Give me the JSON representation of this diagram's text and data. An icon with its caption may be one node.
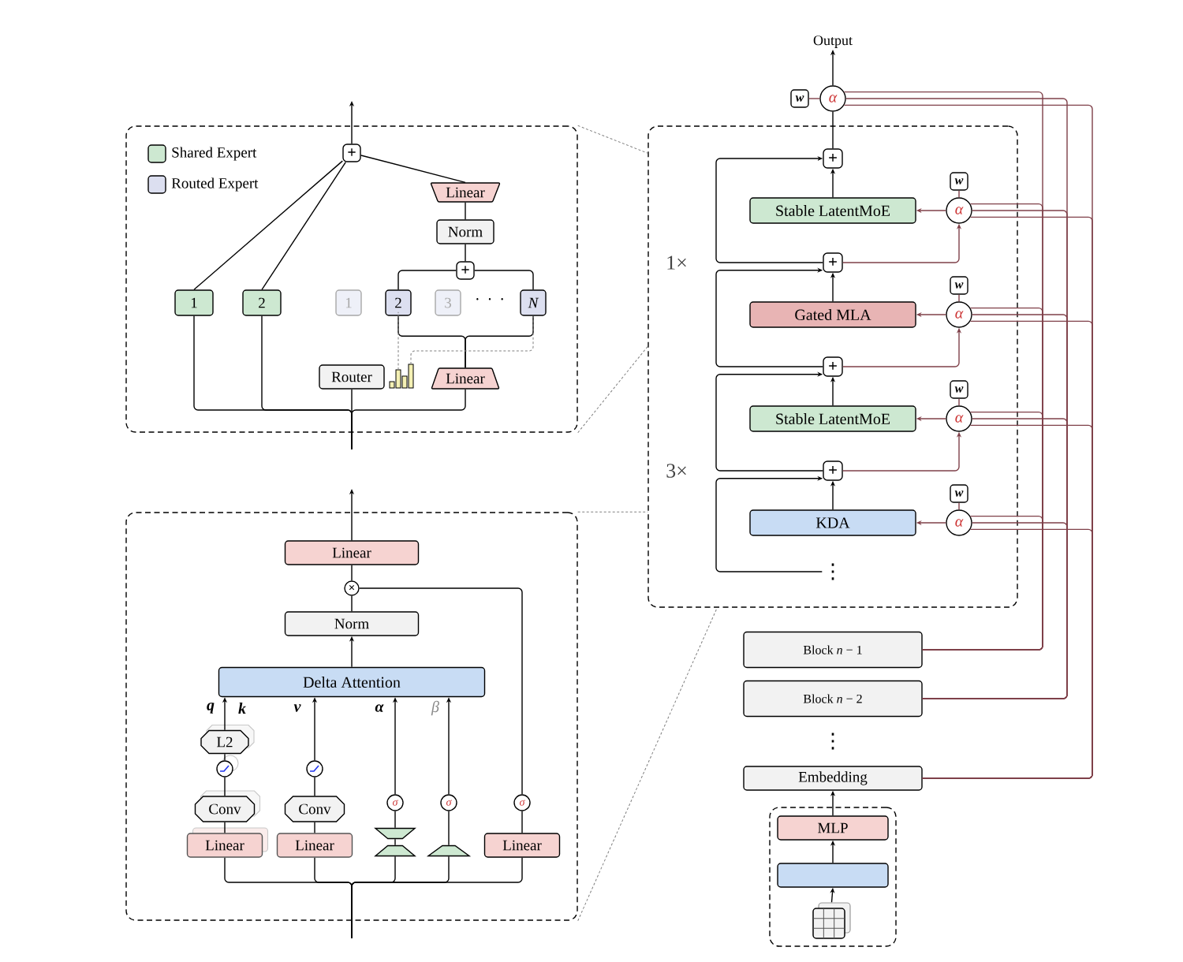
{
  "diagram": {
    "nodes": [
      {
        "text": [],
        "shape": "box"
      },
      {
        "text": [
          "+"
        ],
        "in": 0
      },
      {
        "text": [
          "1"
        ],
        "in": 0
      },
      {
        "text": [
          "2"
        ],
        "in": 0
      },
      {
        "text": [
          "Linear"
        ],
        "in": 0
      },
      {
        "text": [
          "Norm"
        ],
        "in": 0
      },
      {
        "text": [
          "+"
        ],
        "in": 0
      },
      {
        "text": [
          "1"
        ],
        "in": 0
      },
      {
        "text": [
          "2"
        ],
        "in": 0
      },
      {
        "text": [
          "3"
        ],
        "in": 0
      },
      {
        "text": [
          "N"
        ],
        "in": 0
      },
      {
        "text": [
          "Router"
        ],
        "in": 0
      },
      {
        "text": [],
        "shape": "picture",
        "in": 0
      },
      {
        "text": [
          "Linear"
        ],
        "in": 0
      },
      {
        "text": [],
        "shape": "box"
      },
      {
        "text": [
          "Linear"
        ],
        "in": 14
      },
      {
        "text": [
          "×"
        ],
        "in": 14
      },
      {
        "text": [
          "Norm"
        ],
        "in": 14
      },
      {
        "text": [
          "Delta Attention"
        ],
        "in": 14
      },
      {
        "text": [
          "L2"
        ],
        "in": 14
      },
      {
        "text": [],
        "shape": "circle",
        "in": 14
      },
      {
        "text": [
          "Conv"
        ],
        "in": 14
      },
      {
        "text": [
          "Linear"
        ],
        "in": 14
      },
      {
        "text": [],
        "shape": "circle",
        "in": 14
      },
      {
        "text": [
          "Conv"
        ],
        "in": 14
      },
      {
        "text": [
          "Linear"
        ],
        "in": 14
      },
      {
        "text": [
          "σ"
        ],
        "in": 14
      },
      {
        "text": [],
        "shape": "trapezium",
        "in": 14
      },
      {
        "text": [],
        "shape": "trapezium",
        "in": 14
      },
      {
        "text": [
          "σ"
        ],
        "in": 14
      },
      {
        "text": [],
        "shape": "trapezium",
        "in": 14
      },
      {
        "text": [
          "σ"
        ],
        "in": 14
      },
      {
        "text": [
          "Linear"
        ],
        "in": 14
      },
      {
        "text": [
          "Output"
        ]
      },
      {
        "text": [
          "w"
        ]
      },
      {
        "text": [
          "α"
        ]
      },
      {
        "text": [],
        "shape": "box"
      },
      {
        "text": [
          "+"
        ],
        "in": 36
      },
      {
        "text": [
          "w"
        ],
        "in": 36
      },
      {
        "text": [
          "Stable LatentMoE"
        ],
        "in": 36
      },
      {
        "text": [
          "α"
        ],
        "in": 36
      },
      {
        "text": [
          "+"
        ],
        "in": 36
      },
      {
        "text": [
          "w"
        ],
        "in": 36
      },
      {
        "text": [
          "Gated MLA"
        ],
        "in": 36
      },
      {
        "text": [
          "α"
        ],
        "in": 36
      },
      {
        "text": [
          "+"
        ],
        "in": 36
      },
      {
        "text": [
          "w"
        ],
        "in": 36
      },
      {
        "text": [
          "Stable LatentMoE"
        ],
        "in": 36
      },
      {
        "text": [
          "α"
        ],
        "in": 36
      },
      {
        "text": [
          "+"
        ],
        "in": 36
      },
      {
        "text": [
          "w"
        ],
        "in": 36
      },
      {
        "text": [
          "KDA"
        ],
        "in": 36
      },
      {
        "text": [
          "α"
        ],
        "in": 36
      },
      {
        "text": [
          "Block *n* − 1"
        ]
      },
      {
        "text": [
          "Block *n* − 2"
        ]
      },
      {
        "text": [
          "Embedding"
        ]
      },
      {
        "text": [],
        "shape": "box"
      },
      {
        "text": [
          "MLP"
        ],
        "in": 56
      },
      {
        "text": [],
        "shape": "box",
        "in": 56
      },
      {
        "text": [],
        "shape": "picture",
        "in": 56
      },
      {
        "text": [
          "⋮"
        ],
        "in": 36
      }
    ],
    "edges": [
      {
        "from": null,
        "to": 11,
        "arrow": "none"
      },
      {
        "from": null,
        "to": 2,
        "arrow": "none"
      },
      {
        "from": null,
        "to": 3,
        "arrow": "none"
      },
      {
        "from": null,
        "to": 13,
        "arrow": "none"
      },
      {
        "from": 13,
        "to": 8,
        "arrow": "none"
      },
      {
        "from": 13,
        "to": 10,
        "arrow": "none"
      },
      {
        "from": 8,
        "to": 6,
        "arrow": "none"
      },
      {
        "from": 10,
        "to": 6,
        "arrow": "none"
      },
      {
        "from": 6,
        "to": 5,
        "arrow": "none"
      },
      {
        "from": 5,
        "to": 4,
        "arrow": "none"
      },
      {
        "from": 4,
        "to": 1,
        "arrow": "none"
      },
      {
        "from": 2,
        "to": 1,
        "arrow": "none"
      },
      {
        "from": 3,
        "to": 1,
        "arrow": "none"
      },
      {
        "from": 1,
        "to": null,
        "arrow": "to"
      },
      {
        "from": 12,
        "to": 8,
        "arrow": "none",
        "style": "dashed",
        "color": "#808080"
      },
      {
        "from": 12,
        "to": 10,
        "arrow": "none",
        "style": "dashed",
        "color": "#808080"
      },
      {
        "from": 0,
        "to": 36,
        "arrow": "none",
        "style": "dashed",
        "color": "#808080"
      },
      {
        "from": 0,
        "to": 36,
        "arrow": "none",
        "style": "dashed",
        "color": "#808080"
      },
      {
        "from": 14,
        "to": 36,
        "arrow": "none",
        "style": "dashed",
        "color": "#808080"
      },
      {
        "from": 14,
        "to": 36,
        "arrow": "none",
        "style": "dashed",
        "color": "#808080"
      },
      {
        "from": null,
        "to": 22,
        "arrow": "none"
      },
      {
        "from": null,
        "to": 25,
        "arrow": "none"
      },
      {
        "from": null,
        "to": 28,
        "arrow": "none"
      },
      {
        "from": null,
        "to": 30,
        "arrow": "none"
      },
      {
        "from": null,
        "to": 32,
        "arrow": "none"
      },
      {
        "from": 22,
        "to": 21,
        "arrow": "none"
      },
      {
        "from": 21,
        "to": 20,
        "arrow": "none"
      },
      {
        "from": 20,
        "to": 19,
        "arrow": "none"
      },
      {
        "from": 19,
        "to": 18,
        "arrow": "to"
      },
      {
        "from": 25,
        "to": 24,
        "arrow": "none"
      },
      {
        "from": 24,
        "to": 23,
        "arrow": "none"
      },
      {
        "from": 23,
        "to": 18,
        "arrow": "to"
      },
      {
        "from": 28,
        "to": 27,
        "arrow": "none"
      },
      {
        "from": 27,
        "to": 26,
        "arrow": "none"
      },
      {
        "from": 26,
        "to": 18,
        "arrow": "to"
      },
      {
        "from": 30,
        "to": 29,
        "arrow": "none"
      },
      {
        "from": 29,
        "to": 18,
        "arrow": "to"
      },
      {
        "from": 32,
        "to": 31,
        "arrow": "none"
      },
      {
        "from": 31,
        "to": 16,
        "arrow": "none"
      },
      {
        "from": 18,
        "to": 17,
        "arrow": "to"
      },
      {
        "from": 17,
        "to": 16,
        "arrow": "none"
      },
      {
        "from": 16,
        "to": 15,
        "arrow": "none"
      },
      {
        "from": 15,
        "to": null,
        "arrow": "to"
      },
      {
        "from": 35,
        "to": 33,
        "arrow": "to"
      },
      {
        "from": 34,
        "to": 35,
        "arrow": "none",
        "color": "#7f4049"
      },
      {
        "from": 37,
        "to": 35,
        "arrow": "none"
      },
      {
        "from": 39,
        "to": 37,
        "arrow": "to"
      },
      {
        "from": 41,
        "to": 37,
        "arrow": "to"
      },
      {
        "from": 41,
        "to": 40,
        "arrow": "to",
        "color": "#7f4049"
      },
      {
        "from": 40,
        "to": 39,
        "arrow": "to",
        "color": "#7f4049"
      },
      {
        "from": 38,
        "to": 40,
        "arrow": "none",
        "color": "#7f4049"
      },
      {
        "from": 43,
        "to": 41,
        "arrow": "to"
      },
      {
        "from": 45,
        "to": 41,
        "arrow": "to"
      },
      {
        "from": 45,
        "to": 44,
        "arrow": "to",
        "color": "#7f4049"
      },
      {
        "from": 44,
        "to": 43,
        "arrow": "to",
        "color": "#7f4049"
      },
      {
        "from": 42,
        "to": 44,
        "arrow": "none",
        "color": "#7f4049"
      },
      {
        "from": 47,
        "to": 45,
        "arrow": "to"
      },
      {
        "from": 49,
        "to": 45,
        "arrow": "to"
      },
      {
        "from": 49,
        "to": 48,
        "arrow": "to",
        "color": "#7f4049"
      },
      {
        "from": 48,
        "to": 47,
        "arrow": "to",
        "color": "#7f4049"
      },
      {
        "from": 46,
        "to": 48,
        "arrow": "none",
        "color": "#7f4049"
      },
      {
        "from": 51,
        "to": 49,
        "arrow": "to"
      },
      {
        "from": 60,
        "to": 49,
        "arrow": "to"
      },
      {
        "from": 52,
        "to": 51,
        "arrow": "to",
        "color": "#7f4049"
      },
      {
        "from": 50,
        "to": 52,
        "arrow": "none",
        "color": "#7f4049"
      },
      {
        "from": 53,
        "to": 35,
        "arrow": "none",
        "color": "#7f4049"
      },
      {
        "from": 53,
        "to": 40,
        "arrow": "none",
        "color": "#7f4049"
      },
      {
        "from": 53,
        "to": 44,
        "arrow": "none",
        "color": "#7f4049"
      },
      {
        "from": 53,
        "to": 48,
        "arrow": "none",
        "color": "#7f4049"
      },
      {
        "from": 53,
        "to": 52,
        "arrow": "none",
        "color": "#7f4049"
      },
      {
        "from": 54,
        "to": 35,
        "arrow": "none",
        "color": "#7f4049"
      },
      {
        "from": 54,
        "to": 40,
        "arrow": "none",
        "color": "#7f4049"
      },
      {
        "from": 54,
        "to": 44,
        "arrow": "none",
        "color": "#7f4049"
      },
      {
        "from": 54,
        "to": 48,
        "arrow": "none",
        "color": "#7f4049"
      },
      {
        "from": 54,
        "to": 52,
        "arrow": "none",
        "color": "#7f4049"
      },
      {
        "from": 55,
        "to": 35,
        "arrow": "none",
        "color": "#7f4049"
      },
      {
        "from": 55,
        "to": 40,
        "arrow": "none",
        "color": "#7f4049"
      },
      {
        "from": 55,
        "to": 44,
        "arrow": "none",
        "color": "#7f4049"
      },
      {
        "from": 55,
        "to": 48,
        "arrow": "none",
        "color": "#7f4049"
      },
      {
        "from": 55,
        "to": 52,
        "arrow": "none",
        "color": "#7f4049"
      },
      {
        "from": 59,
        "to": 58,
        "arrow": "to"
      },
      {
        "from": 58,
        "to": 57,
        "arrow": "to"
      },
      {
        "from": 57,
        "to": 55,
        "arrow": "to"
      }
    ],
    "labels": [
      "· · ·",
      "q",
      "k",
      "v",
      "α",
      "β",
      "1×",
      "3×",
      "⋮"
    ],
    "legend": [
      {
        "text": "Shared Expert",
        "color": "#cde8d1"
      },
      {
        "text": "Routed Expert",
        "color": "#dcdff0"
      }
    ]
  }
}
